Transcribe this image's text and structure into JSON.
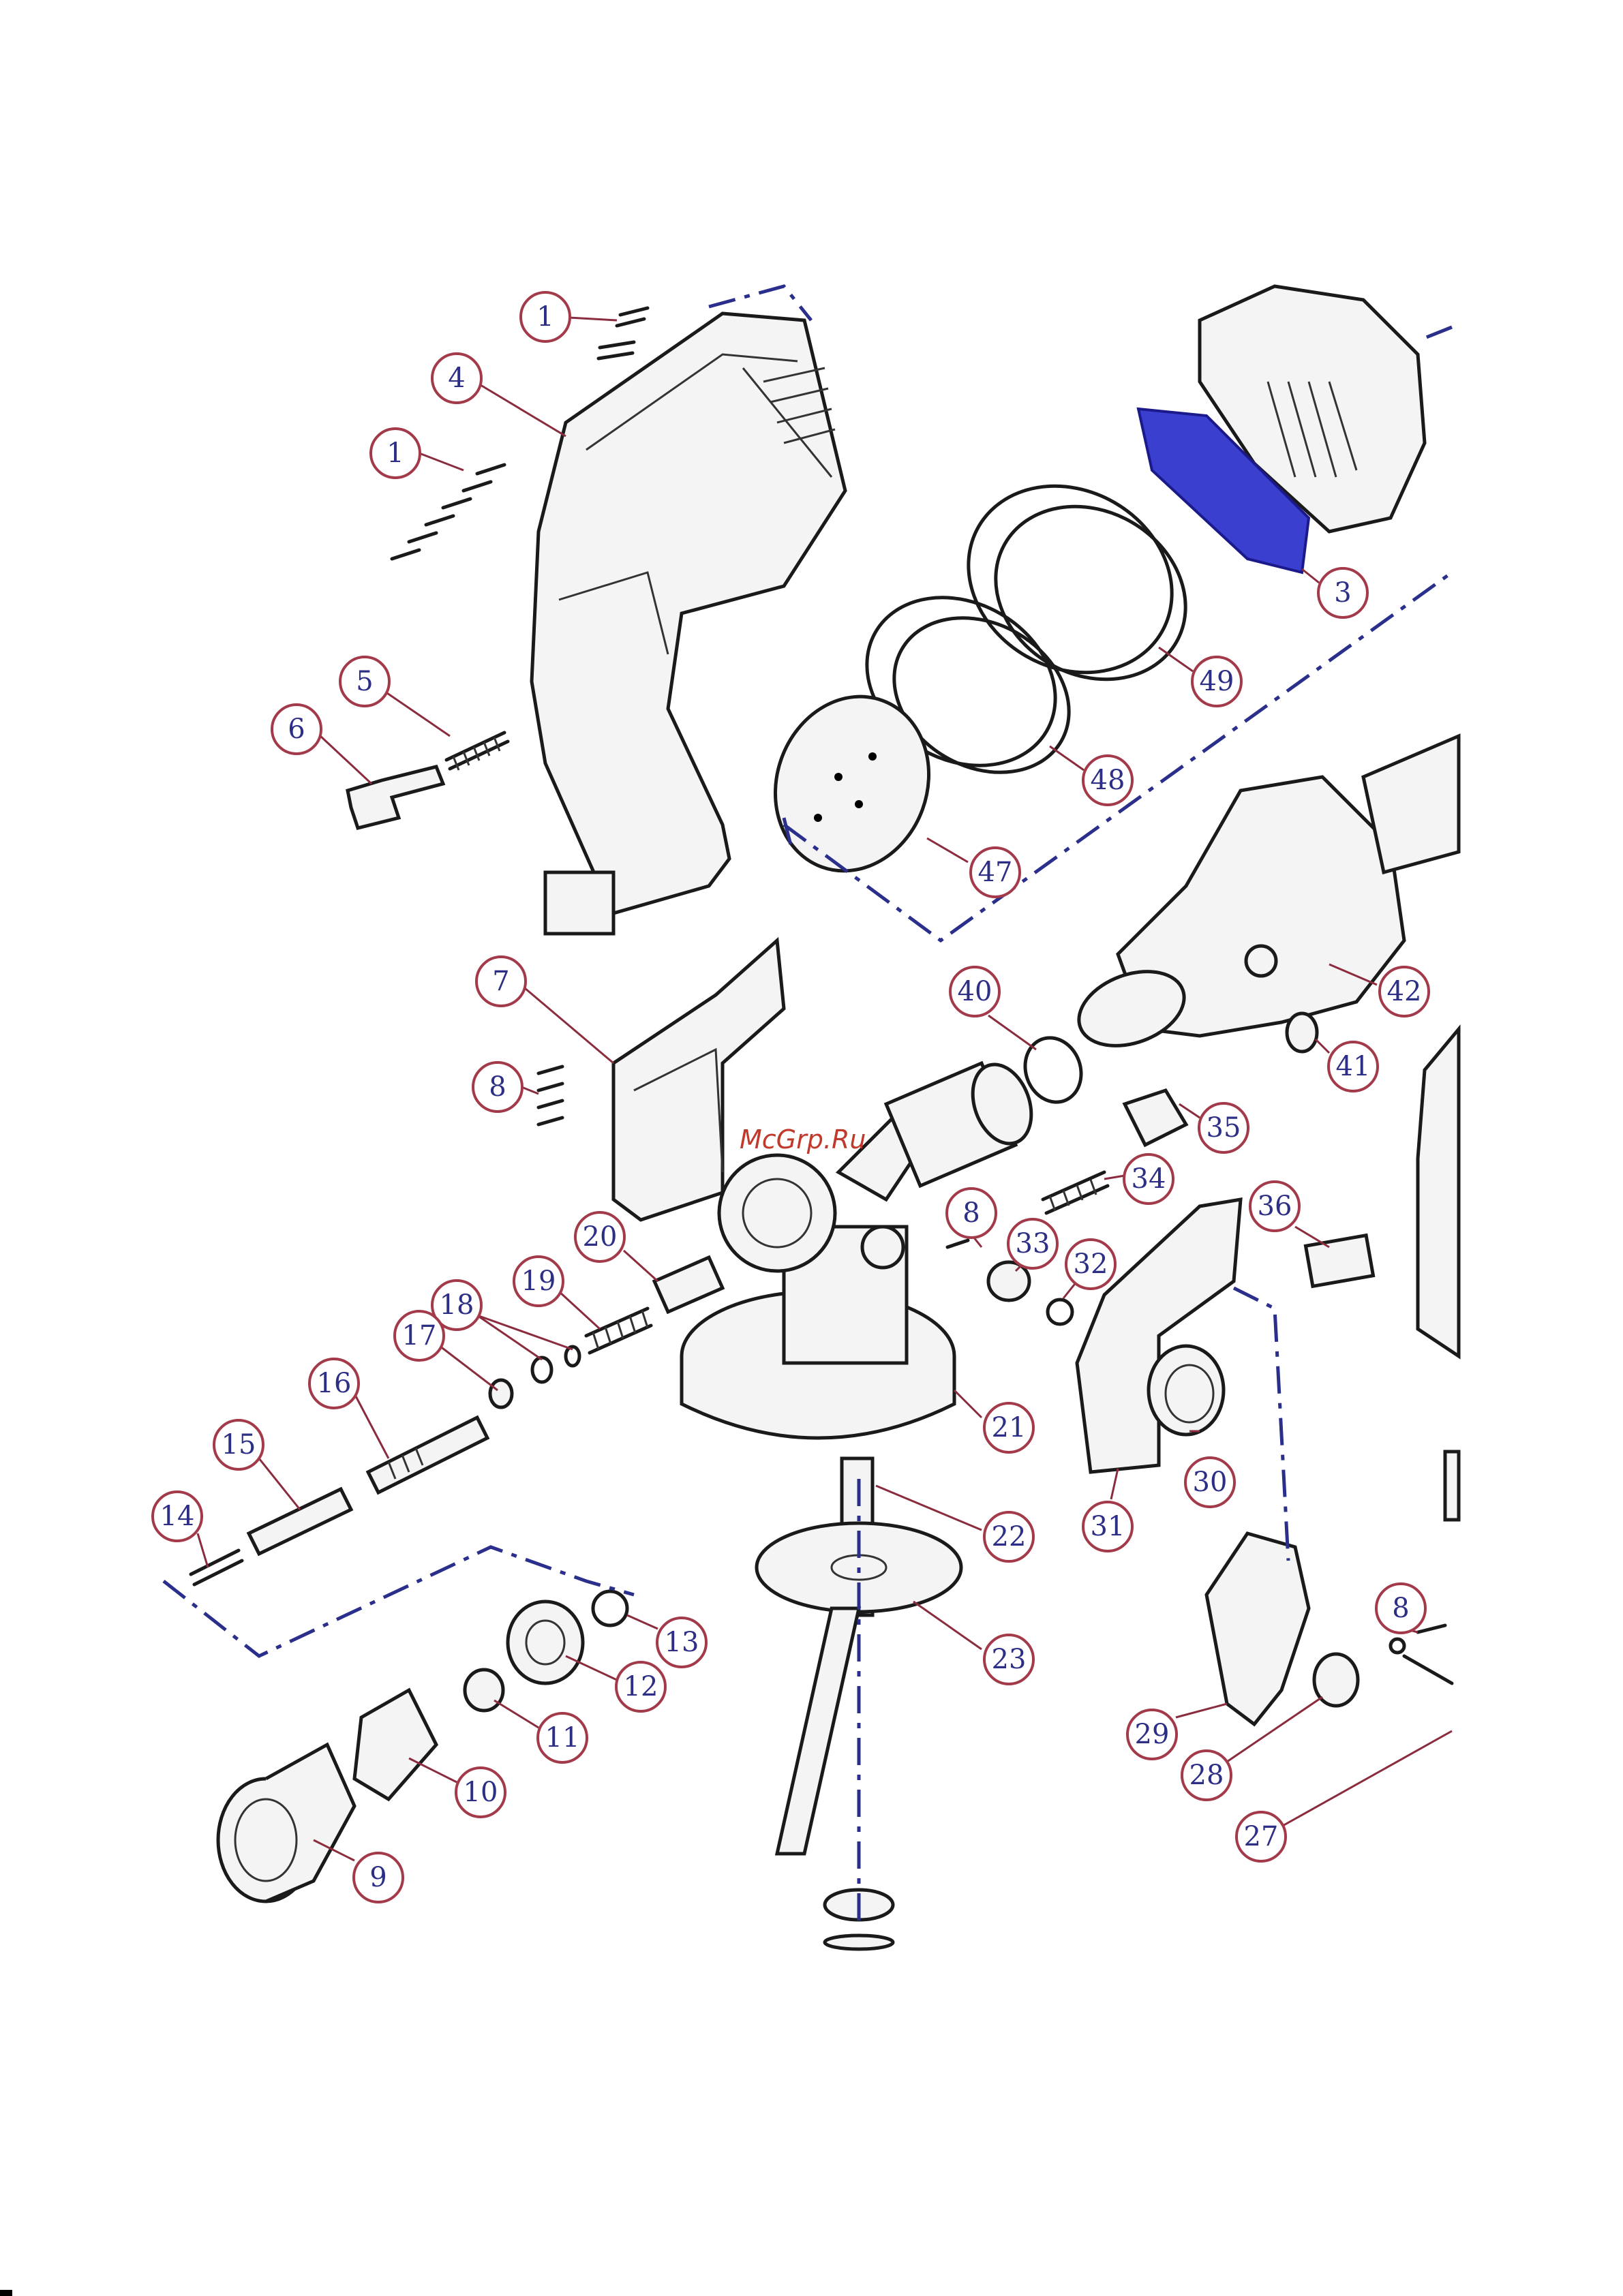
{
  "diagram": {
    "type": "exploded-parts-view",
    "watermark": "McGrp.Ru",
    "callouts": [
      "1",
      "4",
      "1",
      "5",
      "6",
      "7",
      "8",
      "20",
      "19",
      "18",
      "17",
      "16",
      "15",
      "14",
      "13",
      "12",
      "11",
      "10",
      "9",
      "3",
      "49",
      "48",
      "47",
      "40",
      "42",
      "41",
      "35",
      "34",
      "36",
      "8",
      "33",
      "32",
      "21",
      "22",
      "23",
      "30",
      "31",
      "29",
      "28",
      "27",
      "8"
    ]
  }
}
